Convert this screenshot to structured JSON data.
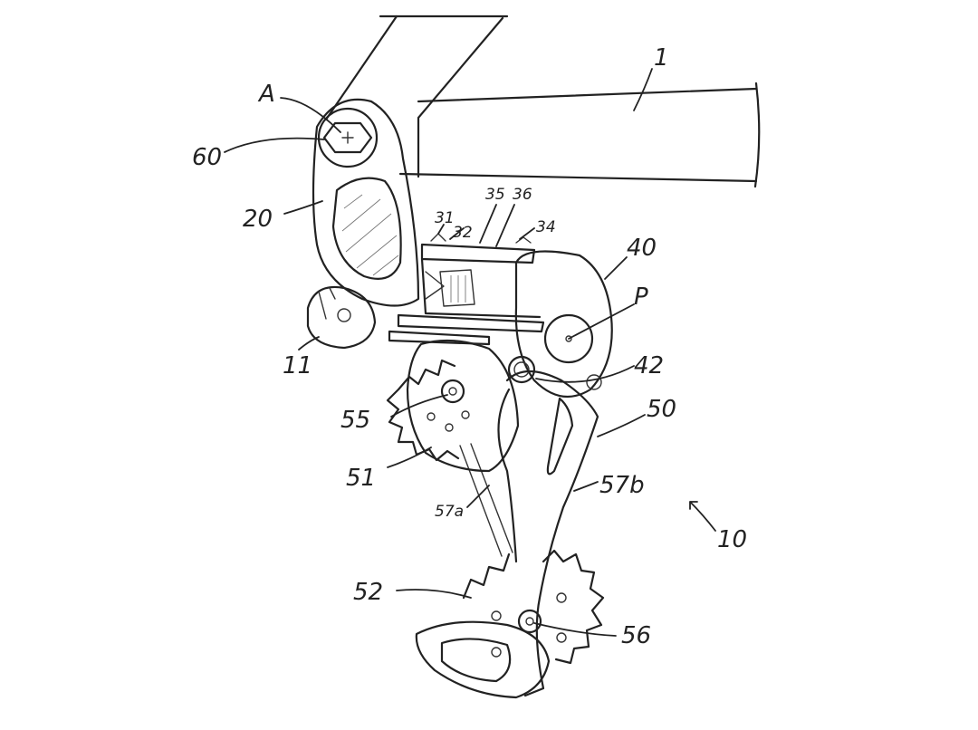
{
  "figure": {
    "labels": {
      "frame": "1",
      "axis_a": "A",
      "bolt": "60",
      "hanger": "20",
      "barrel": "11",
      "ref_31": "31",
      "ref_32": "32",
      "ref_35": "35",
      "ref_36": "36",
      "ref_34": "34",
      "pivot_housing": "40",
      "pivot_p": "P",
      "ref_42": "42",
      "cage": "50",
      "upper_pivot": "55",
      "upper_pulley": "51",
      "plate_a": "57a",
      "plate_b": "57b",
      "derailleur": "10",
      "lower_pulley": "52",
      "lower_pivot": "56"
    }
  }
}
